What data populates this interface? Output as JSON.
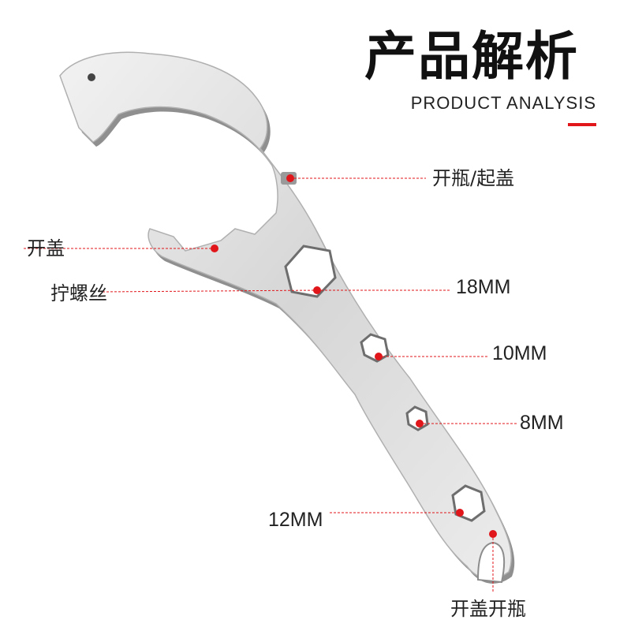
{
  "header": {
    "title": "产品解析",
    "subtitle": "PRODUCT ANALYSIS"
  },
  "colors": {
    "accent": "#e0161b",
    "tool_metal": "#dcdcdc",
    "tool_edge": "#9a9a9a"
  },
  "callouts": {
    "bottle_lid_top": "开瓶/起盖",
    "lid_opener": "开盖",
    "screw_turn": "拧螺丝",
    "hex_18": "18MM",
    "hex_10": "10MM",
    "hex_8": "8MM",
    "hex_12": "12MM",
    "bottom_opener": "开盖开瓶"
  }
}
